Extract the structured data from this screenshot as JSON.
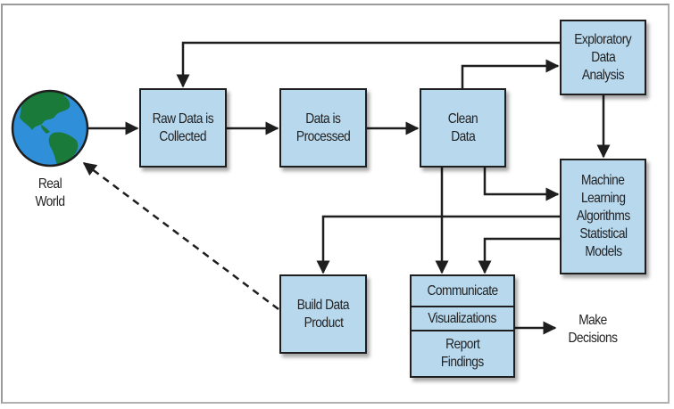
{
  "diagram": {
    "title": "Data Science Process",
    "colors": {
      "box_fill": "#b8d8ee",
      "box_border": "#1e1e1e",
      "arrow": "#1e1e1e",
      "globe_ocean": "#2f8fd8",
      "globe_land": "#1a7a3a"
    },
    "nodes": {
      "real_world": {
        "line1": "Real",
        "line2": "World",
        "icon": "globe-icon"
      },
      "raw_data": {
        "line1": "Raw Data is",
        "line2": "Collected"
      },
      "processed": {
        "line1": "Data is",
        "line2": "Processed"
      },
      "clean": {
        "line1": "Clean",
        "line2": "Data"
      },
      "eda": {
        "line1": "Exploratory",
        "line2": "Data",
        "line3": "Analysis"
      },
      "ml": {
        "line1": "Machine",
        "line2": "Learning",
        "line3": "Algorithms",
        "line4": "Statistical",
        "line5": "Models"
      },
      "build": {
        "line1": "Build Data",
        "line2": "Product"
      },
      "communicate": {
        "seg1": "Communicate",
        "seg2": "Visualizations",
        "seg3_line1": "Report",
        "seg3_line2": "Findings"
      },
      "decisions": {
        "line1": "Make",
        "line2": "Decisions"
      }
    },
    "edges": [
      {
        "from": "Real World",
        "to": "Raw Data is Collected",
        "style": "solid"
      },
      {
        "from": "Raw Data is Collected",
        "to": "Data is Processed",
        "style": "solid"
      },
      {
        "from": "Data is Processed",
        "to": "Clean Data",
        "style": "solid"
      },
      {
        "from": "Clean Data",
        "to": "Exploratory Data Analysis",
        "style": "solid"
      },
      {
        "from": "Exploratory Data Analysis",
        "to": "Raw Data is Collected",
        "style": "solid"
      },
      {
        "from": "Exploratory Data Analysis",
        "to": "Machine Learning Algorithms Statistical Models",
        "style": "solid"
      },
      {
        "from": "Clean Data",
        "to": "Machine Learning Algorithms Statistical Models",
        "style": "solid"
      },
      {
        "from": "Clean Data",
        "to": "Communicate Visualizations Report Findings",
        "style": "solid"
      },
      {
        "from": "Machine Learning Algorithms Statistical Models",
        "to": "Build Data Product",
        "style": "solid"
      },
      {
        "from": "Machine Learning Algorithms Statistical Models",
        "to": "Communicate Visualizations Report Findings",
        "style": "solid"
      },
      {
        "from": "Communicate Visualizations Report Findings",
        "to": "Make Decisions",
        "style": "solid"
      },
      {
        "from": "Build Data Product",
        "to": "Real World",
        "style": "dashed"
      }
    ]
  }
}
